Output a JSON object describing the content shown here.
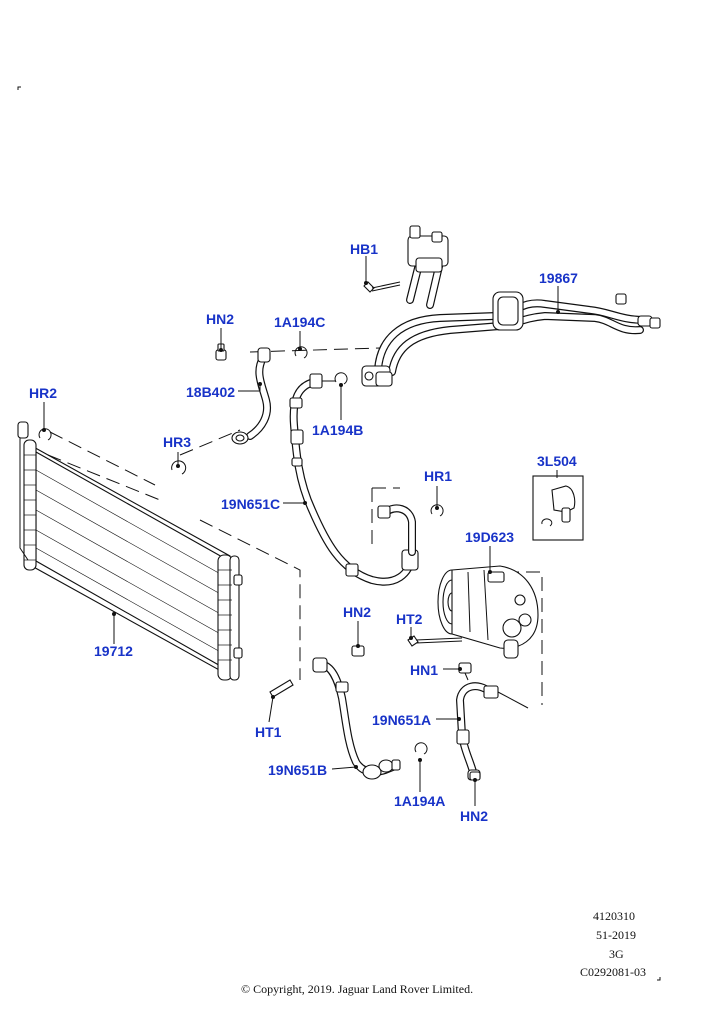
{
  "callouts": {
    "hb1": "HB1",
    "c19867": "19867",
    "hn2_top": "HN2",
    "c1a194c": "1A194C",
    "c18b402": "18B402",
    "c1a194b": "1A194B",
    "hr2": "HR2",
    "hr3": "HR3",
    "c19n651c": "19N651C",
    "c3l504": "3L504",
    "hr1": "HR1",
    "c19d623": "19D623",
    "c19712": "19712",
    "hn2_mid": "HN2",
    "ht2": "HT2",
    "hn1": "HN1",
    "c19n651a": "19N651A",
    "ht1": "HT1",
    "c19n651b": "19N651B",
    "c1a194a": "1A194A",
    "hn2_bot": "HN2"
  },
  "footer": {
    "ref1": "4120310",
    "ref2": "51-2019",
    "ref3": "3G",
    "ref4": "C0292081-03",
    "copyright": "© Copyright, 2019. Jaguar Land Rover Limited."
  },
  "colors": {
    "callout": "#1833c8",
    "line": "#111111"
  }
}
